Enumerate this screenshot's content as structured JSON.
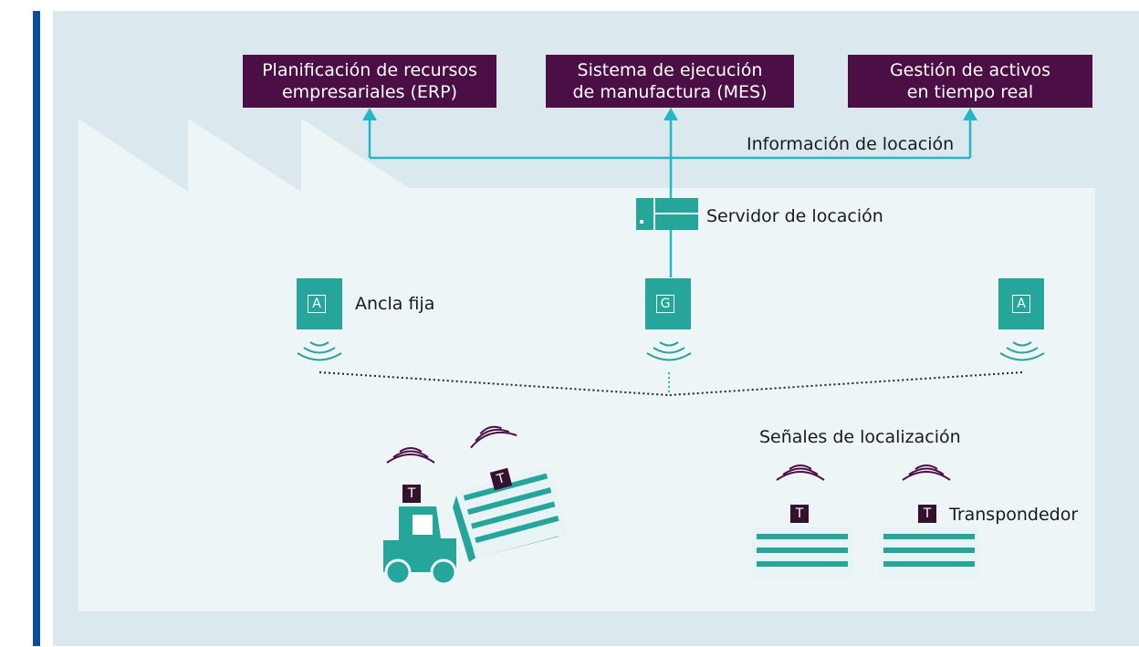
{
  "colors": {
    "accent_bar": "#0a4f96",
    "panel_bg": "#dbe9ee",
    "factory_bg": "#edf5f7",
    "system_box": "#4b0f46",
    "teal": "#26a69a",
    "connector": "#23b8c6",
    "tag": "#35102f"
  },
  "systems": [
    {
      "line1": "Planificación de recursos",
      "line2": "empresariales (ERP)"
    },
    {
      "line1": "Sistema de ejecución",
      "line2": "de manufactura (MES)"
    },
    {
      "line1": "Gestión de activos",
      "line2": "en tiempo real"
    }
  ],
  "labels": {
    "location_info": "Información de locación",
    "location_server": "Servidor de locación",
    "fixed_anchor": "Ancla fija",
    "localization_signals": "Señales de localización",
    "transponder": "Transpondedor"
  },
  "badges": {
    "anchor": "A",
    "gateway": "G",
    "tag": "T"
  },
  "icons": [
    "server-icon",
    "anchor-icon",
    "gateway-icon",
    "wireless-signal-icon",
    "forklift-icon",
    "pallet-icon",
    "tag-icon"
  ]
}
